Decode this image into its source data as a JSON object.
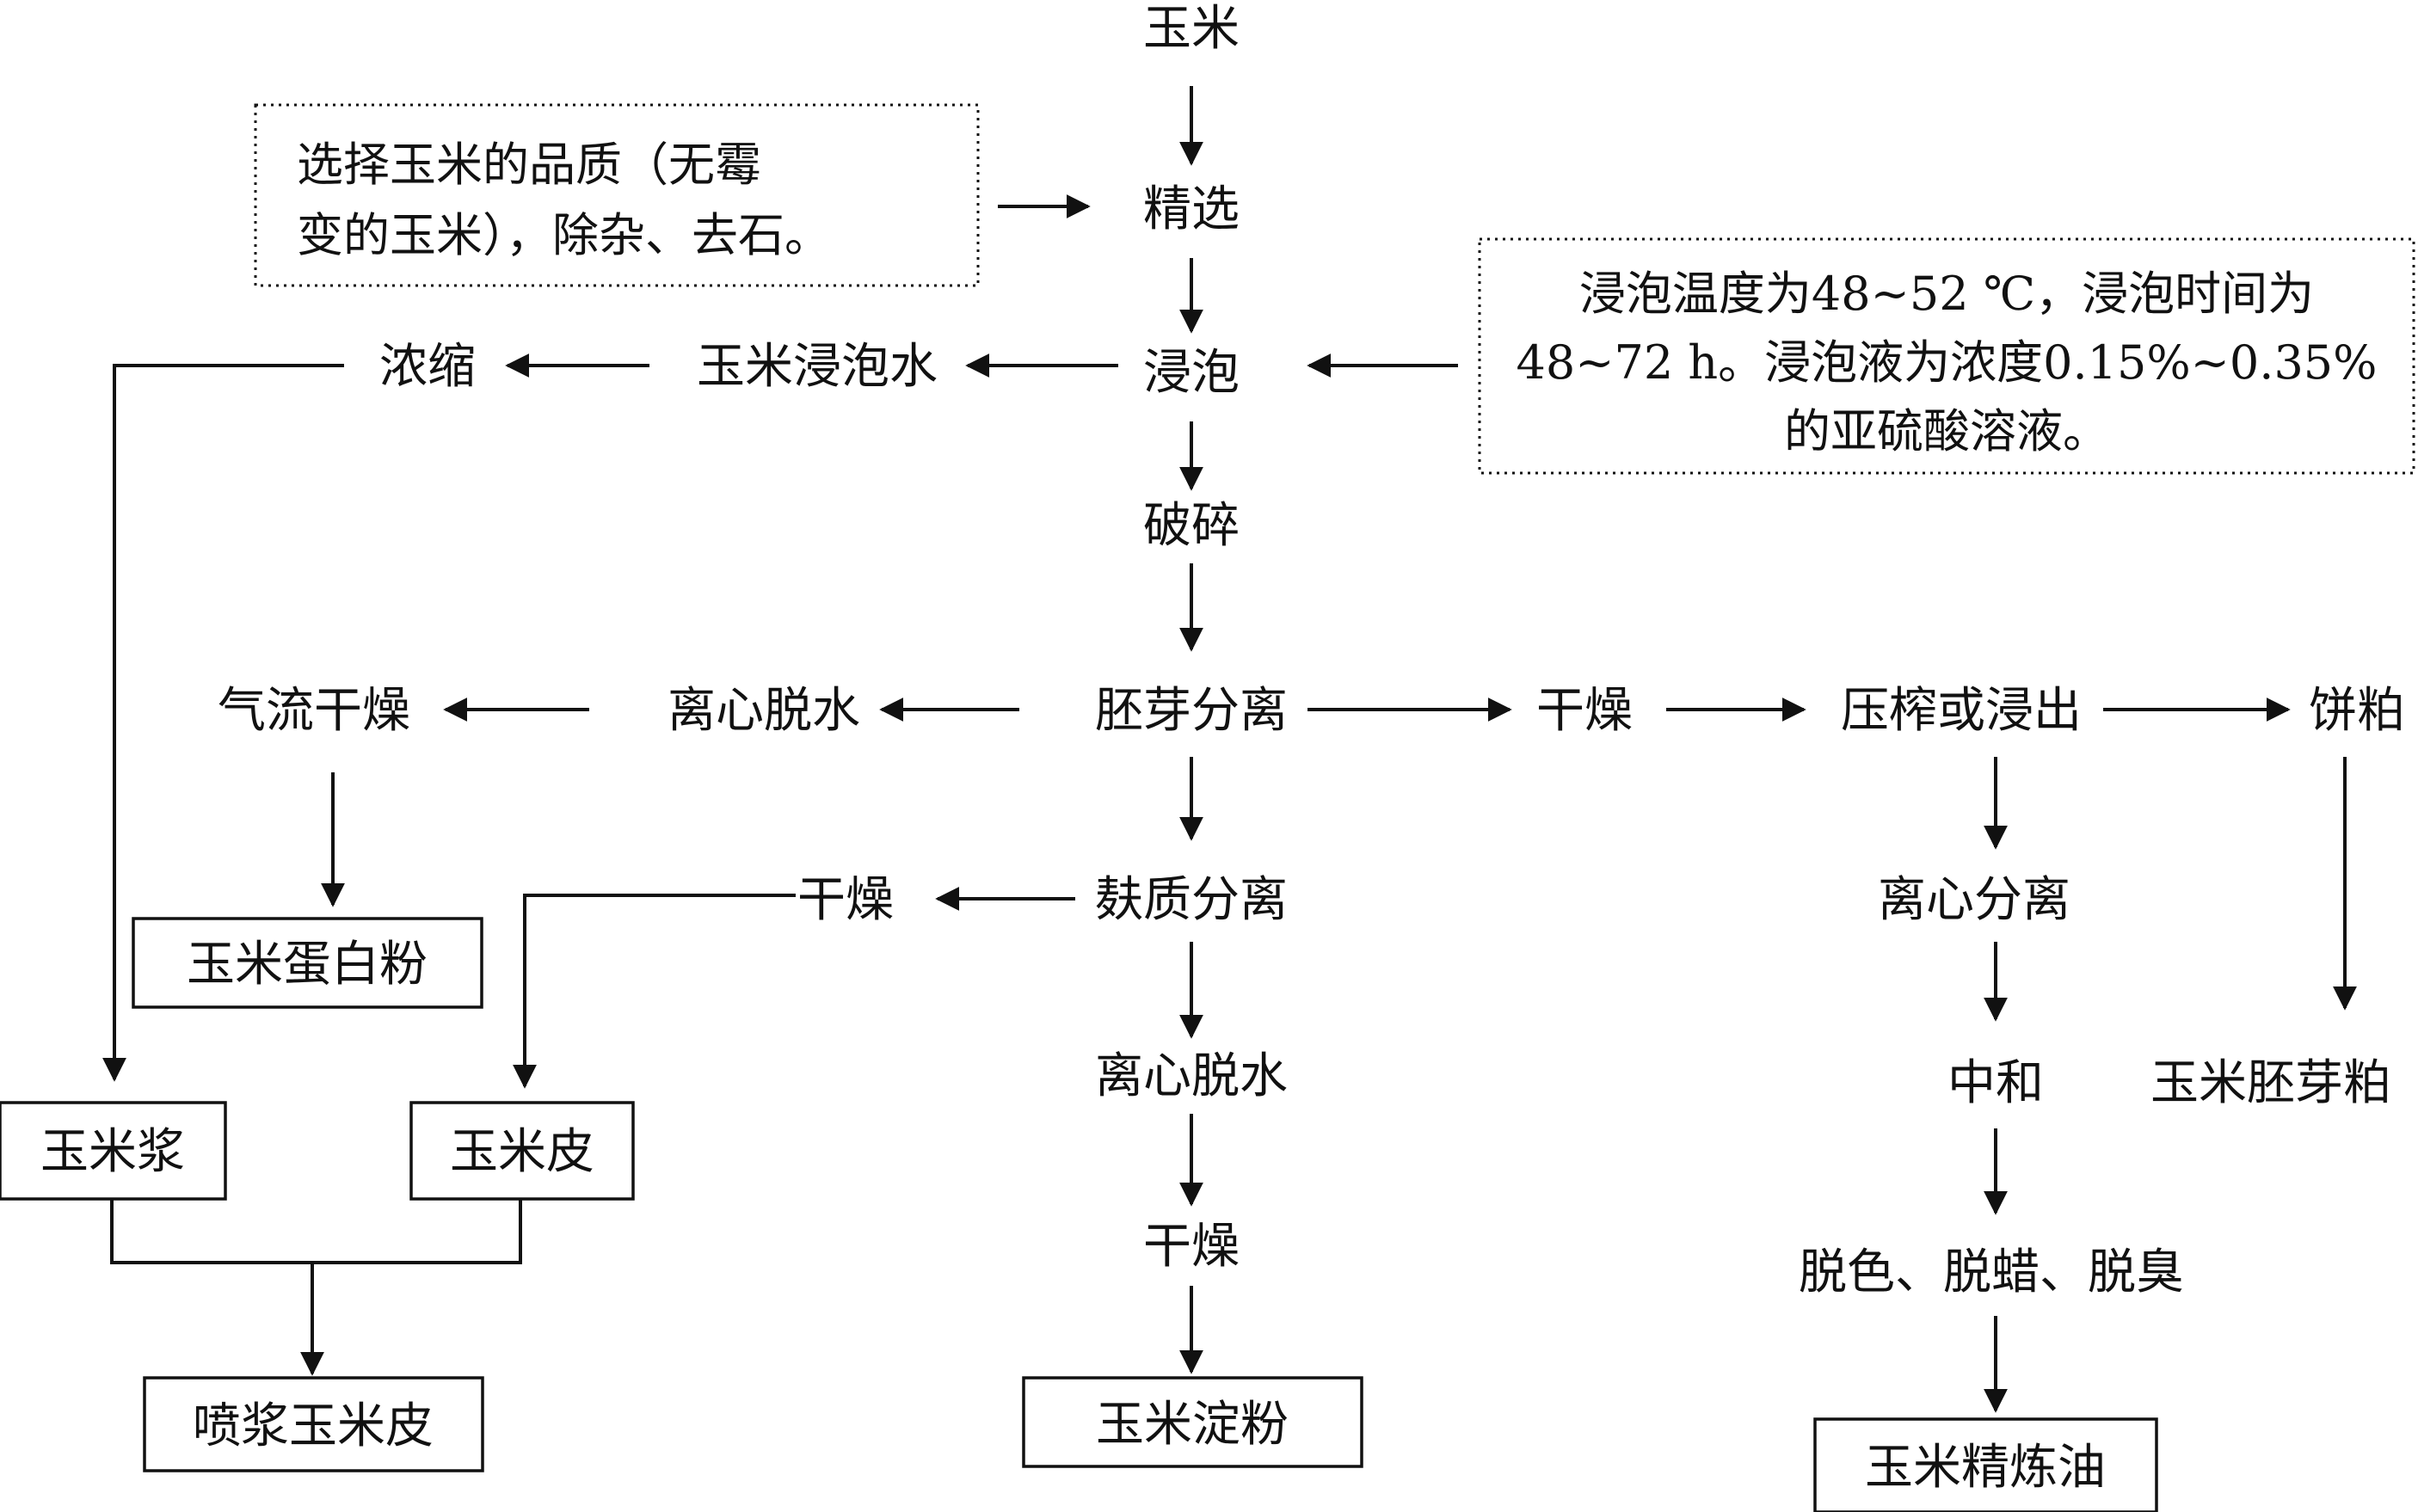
{
  "nodes": {
    "corn": "玉米",
    "select": "精选",
    "soak": "浸泡",
    "crush": "破碎",
    "germ_sep": "胚芽分离",
    "bran_sep": "麸质分离",
    "centrifuge_dewater_starch": "离心脱水",
    "dry_starch": "干燥",
    "corn_starch": "玉米淀粉",
    "soak_water": "玉米浸泡水",
    "concentrate": "浓缩",
    "centrifuge_dewater_protein": "离心脱水",
    "air_dry": "气流干燥",
    "protein_powder": "玉米蛋白粉",
    "dry_bran": "干燥",
    "corn_pulp": "玉米浆",
    "corn_hull": "玉米皮",
    "sprayed_hull": "喷浆玉米皮",
    "dry_germ": "干燥",
    "press": "压榨或浸出",
    "cake": "饼粕",
    "germ_meal": "玉米胚芽粕",
    "centrifuge_sep": "离心分离",
    "neutralize": "中和",
    "refine": "脱色、脱蜡、脱臭",
    "refined_oil": "玉米精炼油"
  },
  "notes": {
    "select_note": [
      "选择玉米的品质（无霉",
      "变的玉米），除杂、去石。"
    ],
    "soak_note": [
      "浸泡温度为48~52 ℃，浸泡时间为",
      "48~72 h。浸泡液为浓度0.15%~0.35%",
      "的亚硫酸溶液。"
    ]
  }
}
